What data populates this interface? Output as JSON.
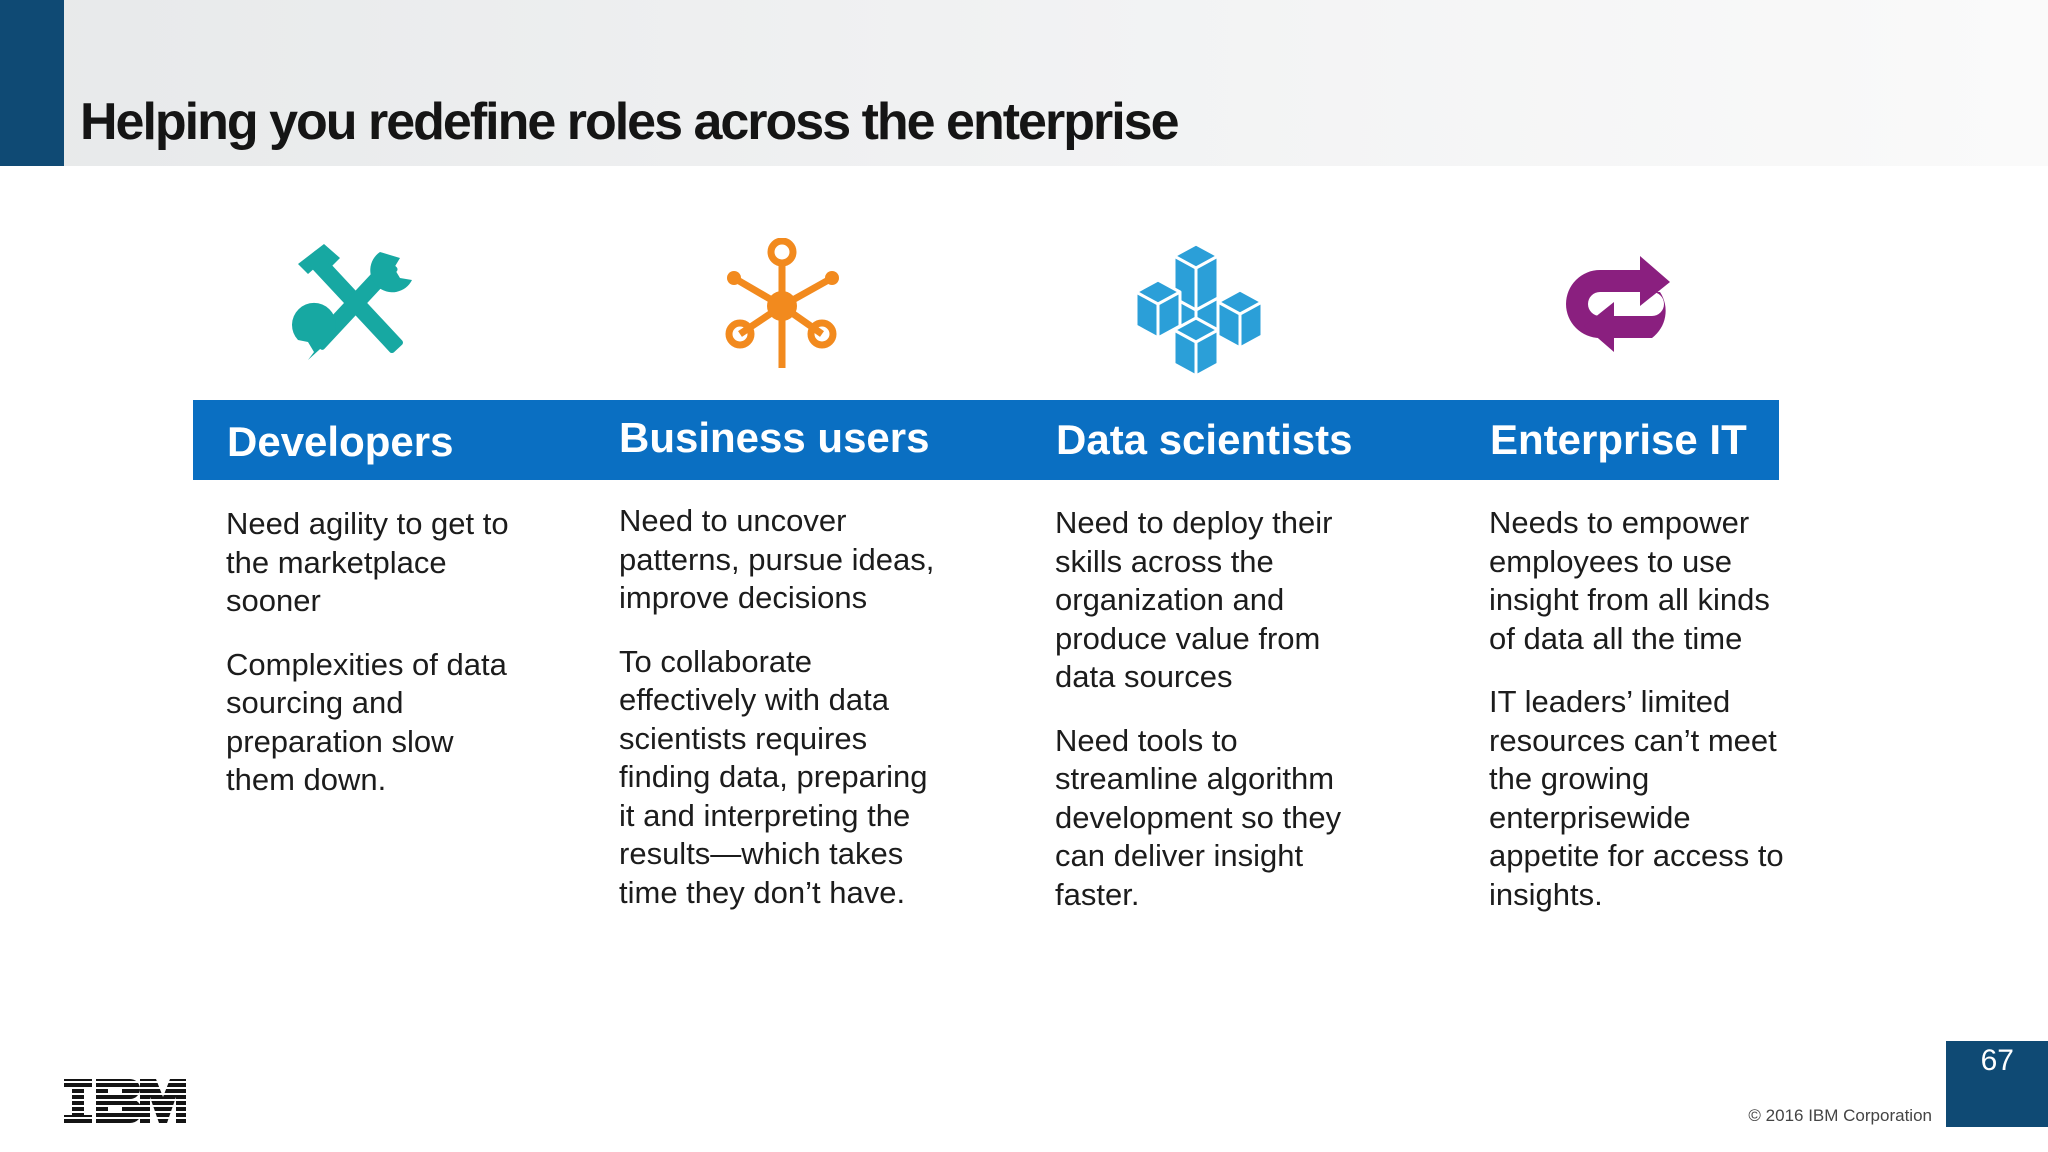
{
  "title": "Helping you redefine roles across the enterprise",
  "colors": {
    "accent_navy": "#0f4a74",
    "role_bar_blue": "#0a6fc2",
    "developers_icon": "#17a8a2",
    "business_icon": "#f28a1e",
    "data_scientists_icon": "#2b9fd8",
    "enterprise_it_icon": "#8a1f7f"
  },
  "columns": [
    {
      "icon": "tools-icon",
      "heading": "Developers",
      "paragraphs": [
        "Need agility to get to the marketplace sooner",
        "Complexities of data sourcing and preparation slow them down."
      ]
    },
    {
      "icon": "network-node-icon",
      "heading": "Business users",
      "paragraphs": [
        "Need to uncover patterns, pursue ideas, improve decisions",
        "To collaborate effectively with data scientists requires finding data, preparing it and interpreting the results—which takes time they don’t have."
      ]
    },
    {
      "icon": "cubes-icon",
      "heading": "Data scientists",
      "paragraphs": [
        "Need to deploy their skills across the organization and produce value from data sources",
        "Need tools to streamline algorithm development so they can deliver insight faster."
      ]
    },
    {
      "icon": "cycle-arrows-icon",
      "heading": "Enterprise IT",
      "paragraphs": [
        "Needs to empower employees to use insight from all kinds of data all the time",
        "IT leaders’ limited resources can’t meet the growing enterprisewide appetite for access to insights."
      ]
    }
  ],
  "footer": {
    "logo": "IBM",
    "copyright": "© 2016 IBM Corporation",
    "page_number": "67"
  }
}
